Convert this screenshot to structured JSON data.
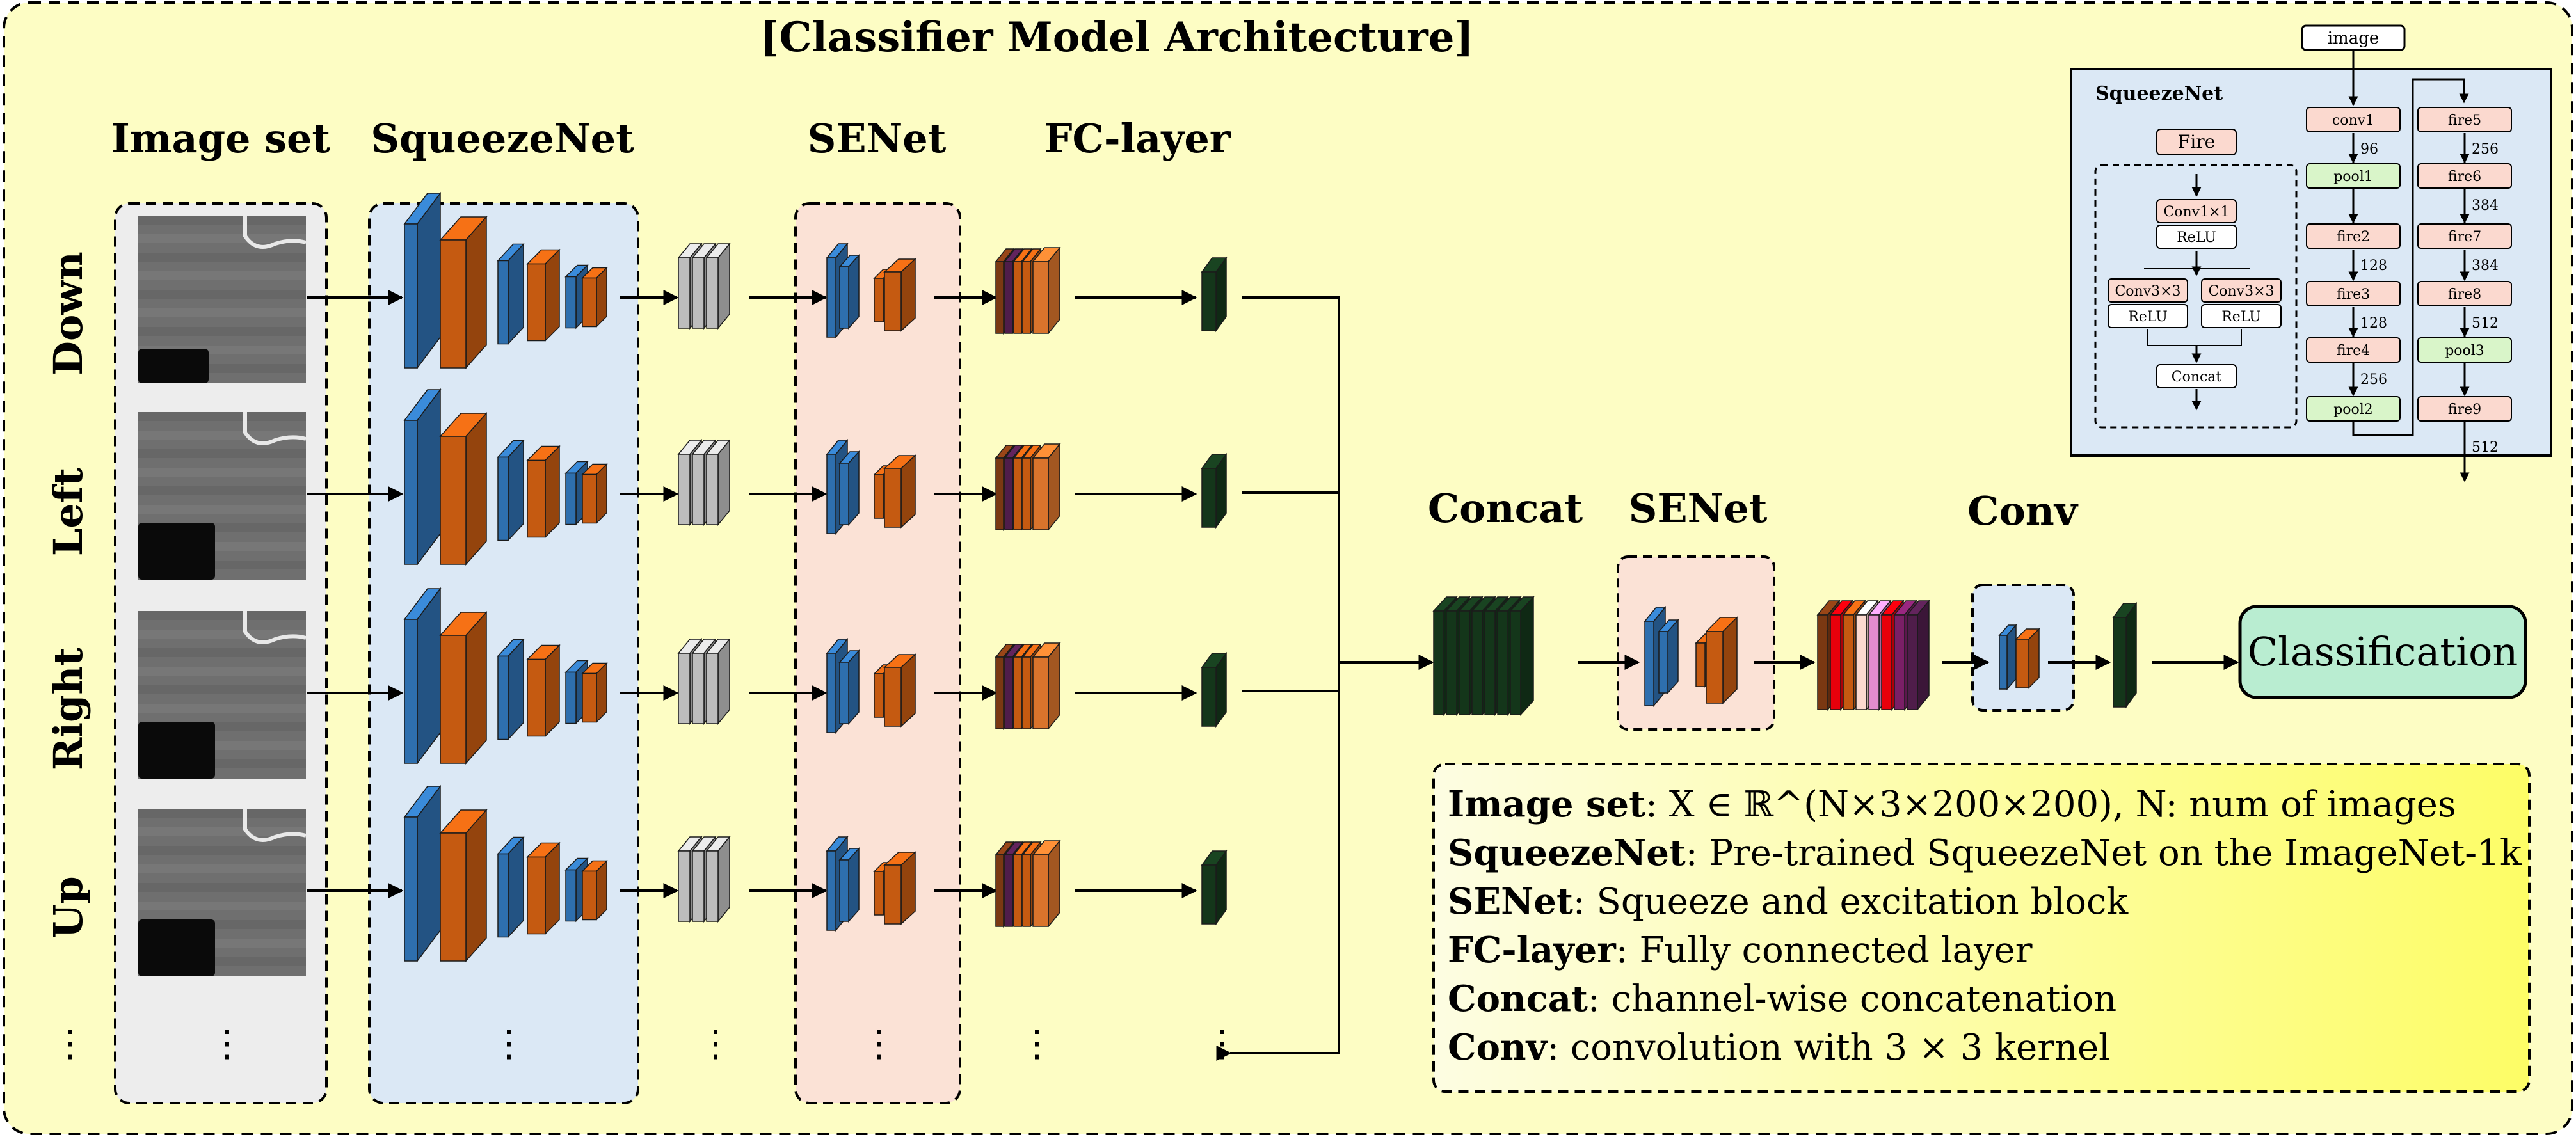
{
  "title": "[Classifier Model Architecture]",
  "column_headers": {
    "image_set": "Image set",
    "squeezenet": "SqueezeNet",
    "senet": "SENet",
    "fc_layer": "FC-layer"
  },
  "views": [
    "Down",
    "Left",
    "Right",
    "Up"
  ],
  "ellipsis": "⋮",
  "lower_labels": {
    "concat": "Concat",
    "senet": "SENet",
    "conv": "Conv"
  },
  "classification": "Classification",
  "legend": [
    {
      "term": "Image set",
      "desc": "X ∈ ℝ^(N×3×200×200), N: num of images",
      "prefix": ": ",
      "rich": "image_set"
    },
    {
      "term": "SqueezeNet",
      "prefix": ": ",
      "desc": "Pre-trained SqueezeNet on the ImageNet-1k"
    },
    {
      "term": "SENet",
      "prefix": ": ",
      "desc": "Squeeze and excitation block"
    },
    {
      "term": "FC-layer",
      "prefix": ": ",
      "desc": "Fully connected layer"
    },
    {
      "term": "Concat",
      "prefix": ": ",
      "desc": "channel-wise concatenation"
    },
    {
      "term": "Conv",
      "prefix": ": ",
      "desc": "convolution with 3 × 3 kernel"
    }
  ],
  "inset": {
    "title": "SqueezeNet",
    "input": "image",
    "fire_label": "Fire",
    "fire_block": [
      "Conv1×1",
      "ReLU",
      "Conv3×3",
      "ReLU",
      "Conv3×3",
      "ReLU",
      "Concat"
    ],
    "column1": [
      "conv1",
      "pool1",
      "fire2",
      "fire3",
      "fire4",
      "pool2"
    ],
    "column1_channels": [
      "96",
      "128",
      "128",
      "256"
    ],
    "column2": [
      "fire5",
      "fire6",
      "fire7",
      "fire8",
      "pool3",
      "fire9"
    ],
    "column2_channels": [
      "256",
      "384",
      "384",
      "512",
      "512"
    ]
  },
  "colors": {
    "background": "#fdfdc4",
    "image_panel": "#ededed",
    "squeezenet_panel": "#dbe8f5",
    "senet_panel": "#fbe2d6",
    "blue_block": "#2e6fae",
    "orange_block": "#c55a11",
    "gray_block": "#bdbdbd",
    "dark_green": "#14361a",
    "fire_node": "#fbd9cf",
    "pool_node": "#d9f5c9",
    "classification_fill": "#b9edd1",
    "legend_gradient_end": "#fdfd66"
  }
}
